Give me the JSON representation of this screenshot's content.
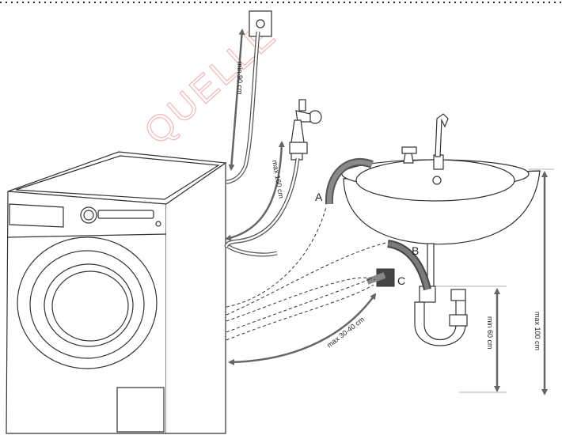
{
  "labels": {
    "point_a": "A",
    "point_b": "B",
    "point_c": "C",
    "inlet_top": "min 90 cm",
    "inlet_tap": "max 160 cm",
    "drain_c": "max 30-40 cm",
    "trap_height": "min 60 cm",
    "sink_height": "max 100 cm"
  },
  "watermark": "QUELLE",
  "colors": {
    "line": "#333333",
    "hose": "#6f6f6f",
    "hose_dark": "#444444",
    "arrow": "#666666",
    "watermark": "#f2b7b7"
  }
}
